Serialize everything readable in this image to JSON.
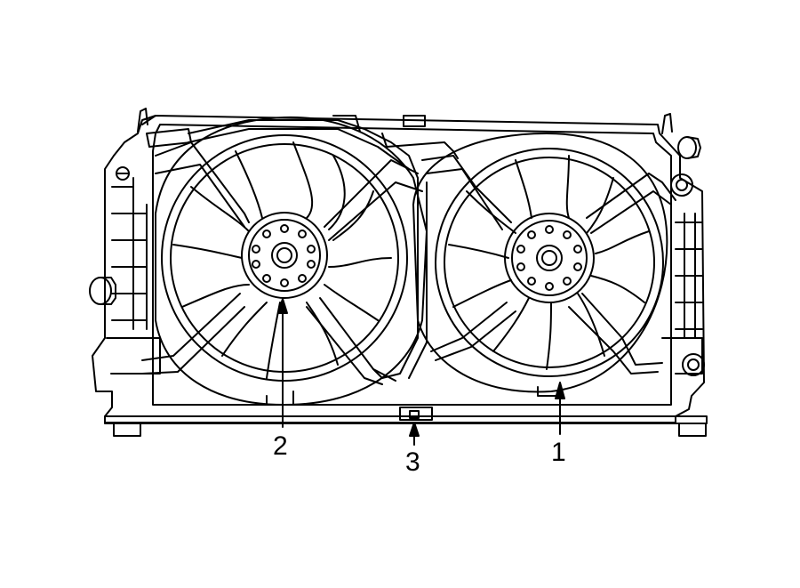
{
  "callouts": [
    {
      "number": "1",
      "part": "right-fan"
    },
    {
      "number": "2",
      "part": "left-fan"
    },
    {
      "number": "3",
      "part": "bottom-clip"
    }
  ],
  "colors": {
    "line": "#000000",
    "background": "#ffffff"
  }
}
